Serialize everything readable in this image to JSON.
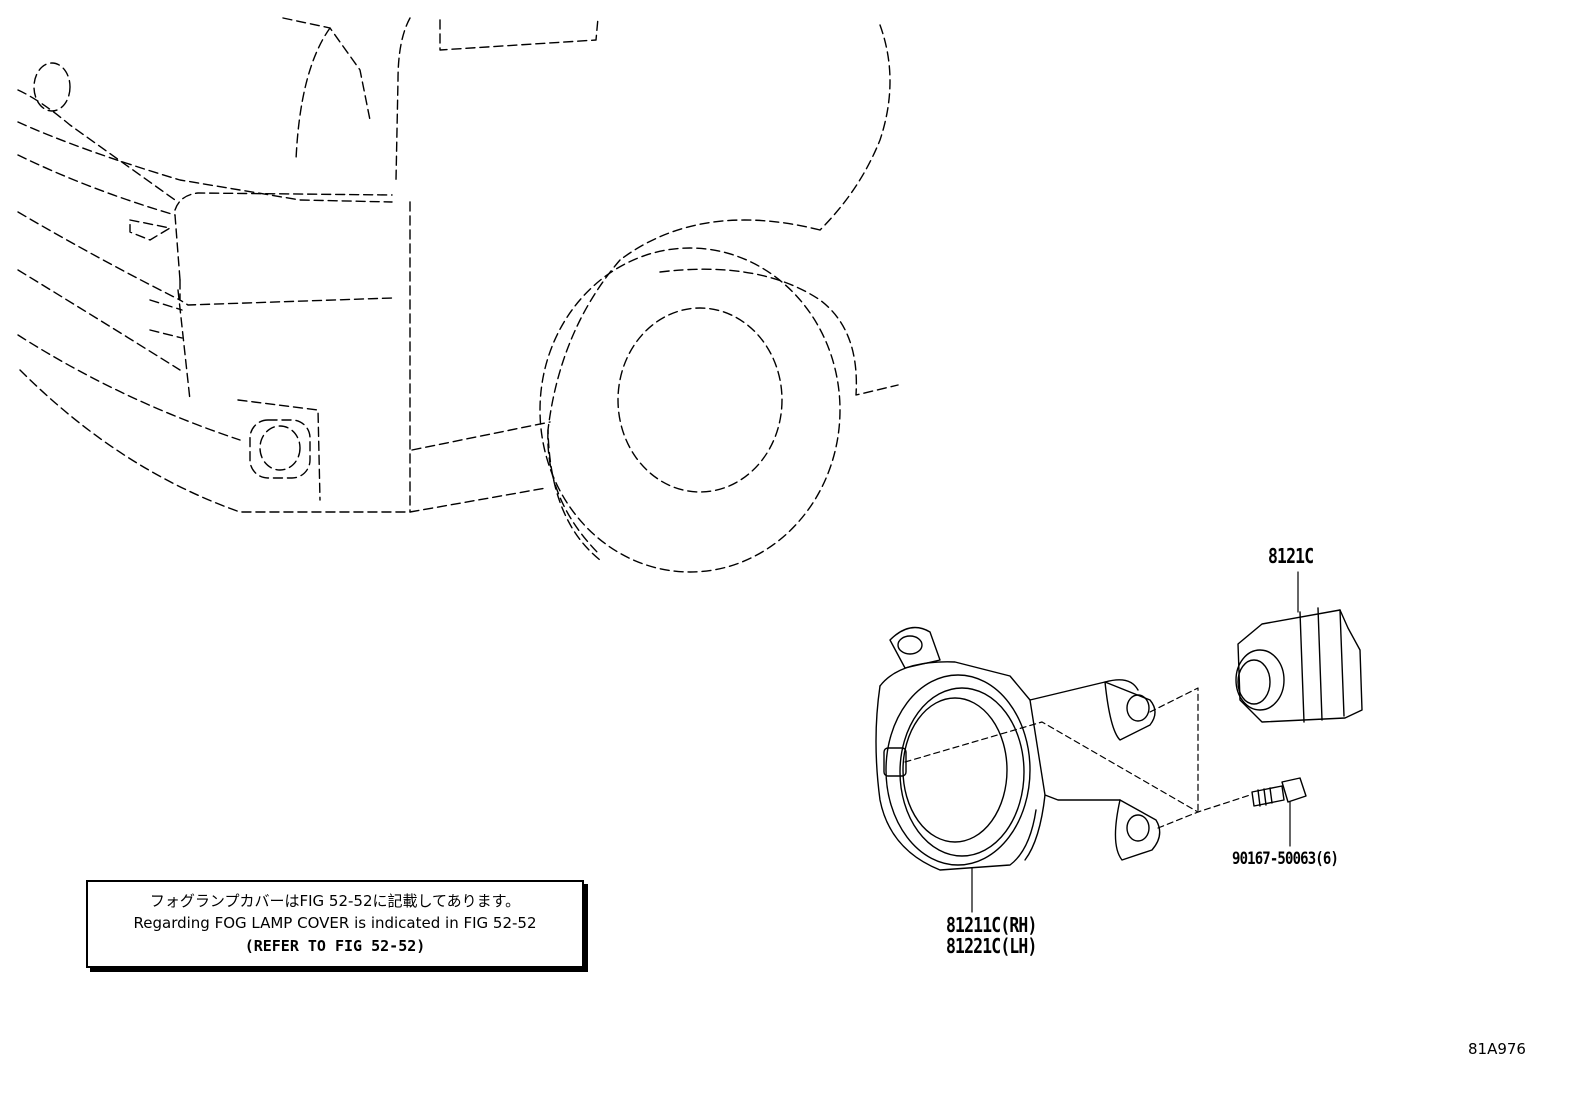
{
  "parts": {
    "bulb": "8121C",
    "screw": "90167-50063(6)",
    "lamp_rh": "81211C(RH)",
    "lamp_lh": "81221C(LH)"
  },
  "note": {
    "line_ja": "フォグランプカバーはFIG 52-52に記載してあります。",
    "line_en": "Regarding FOG LAMP COVER is indicated in FIG 52-52",
    "line_ref": "(REFER TO FIG 52-52)"
  },
  "figure_id": "81A976"
}
